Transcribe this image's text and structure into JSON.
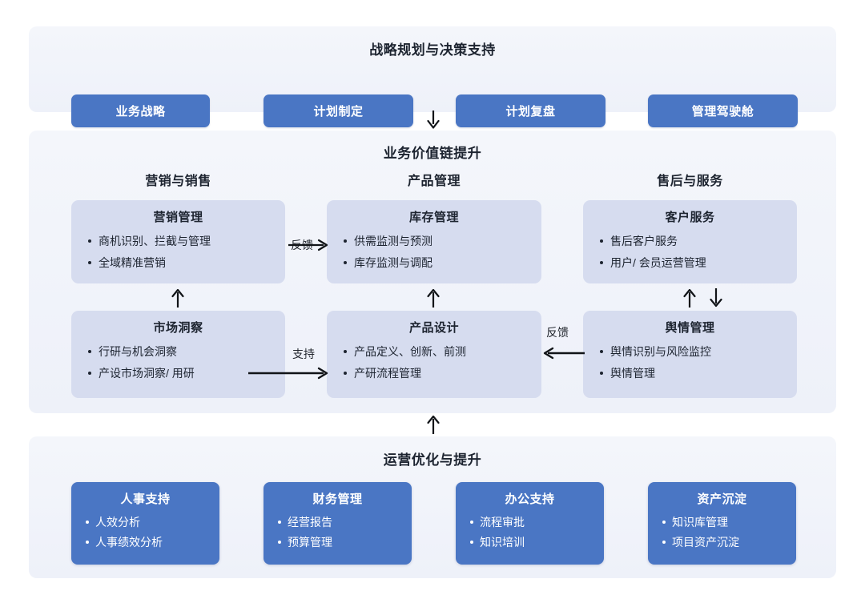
{
  "diagram": {
    "sections": {
      "strategy": {
        "title": "战略规划与决策支持",
        "items": [
          {
            "label": "业务战略"
          },
          {
            "label": "计划制定"
          },
          {
            "label": "计划复盘"
          },
          {
            "label": "管理驾驶舱"
          }
        ]
      },
      "value_chain": {
        "title": "业务价值链提升",
        "columns": [
          {
            "label": "营销与销售"
          },
          {
            "label": "产品管理"
          },
          {
            "label": "售后与服务"
          }
        ],
        "cards": [
          {
            "title": "营销管理",
            "items": [
              "商机识别、拦截与管理",
              "全域精准营销"
            ]
          },
          {
            "title": "库存管理",
            "items": [
              "供需监测与预测",
              "库存监测与调配"
            ]
          },
          {
            "title": "客户服务",
            "items": [
              "售后客户服务",
              "用户/ 会员运营管理"
            ]
          },
          {
            "title": "市场洞察",
            "items": [
              "行研与机会洞察",
              "产设市场洞察/ 用研"
            ]
          },
          {
            "title": "产品设计",
            "items": [
              "产品定义、创新、前测",
              "产研流程管理"
            ]
          },
          {
            "title": "舆情管理",
            "items": [
              "舆情识别与风险监控",
              "舆情管理"
            ]
          }
        ]
      },
      "operations": {
        "title": "运营优化与提升",
        "cards": [
          {
            "title": "人事支持",
            "items": [
              "人效分析",
              "人事绩效分析"
            ]
          },
          {
            "title": "财务管理",
            "items": [
              "经营报告",
              "预算管理"
            ]
          },
          {
            "title": "办公支持",
            "items": [
              "流程审批",
              "知识培训"
            ]
          },
          {
            "title": "资产沉淀",
            "items": [
              "知识库管理",
              "项目资产沉淀"
            ]
          }
        ]
      }
    },
    "arrow_labels": {
      "feedback_top": "反馈",
      "support": "支持",
      "feedback_right": "反馈"
    },
    "colors": {
      "blue": "#4a76c4",
      "lavender": "#d6dcef",
      "panel": "#f1f4fa",
      "text": "#1d2430"
    }
  }
}
